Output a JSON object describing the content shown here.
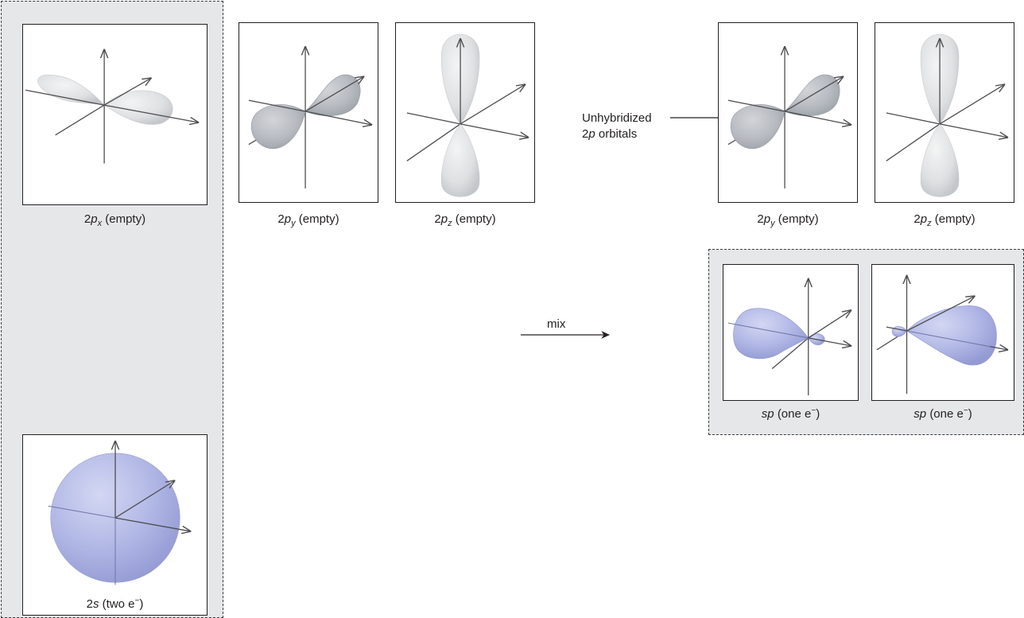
{
  "orbitals": {
    "px": {
      "prefix": "2",
      "letter": "p",
      "sub": "x",
      "state": "(empty)"
    },
    "py": {
      "prefix": "2",
      "letter": "p",
      "sub": "y",
      "state": "(empty)"
    },
    "pz": {
      "prefix": "2",
      "letter": "p",
      "sub": "z",
      "state": "(empty)"
    },
    "s": {
      "prefix": "2",
      "letter": "s",
      "state": "(two e",
      "charge": "−",
      "close": ")"
    },
    "sp": {
      "letter": "sp",
      "state": "(one e",
      "charge": "−",
      "close": ")"
    }
  },
  "labels": {
    "unhybridized_line1": "Unhybridized",
    "unhybridized_prefix": "2",
    "unhybridized_letter": "p",
    "unhybridized_rest": " orbitals",
    "mix": "mix"
  },
  "colors": {
    "p_lobe": "#e2e3e4",
    "p_lobe_back": "#b9bcc1",
    "hybrid_fill": "#a9afe0",
    "group_background": "#e6e7e9",
    "axis": "#4d4d4f"
  }
}
